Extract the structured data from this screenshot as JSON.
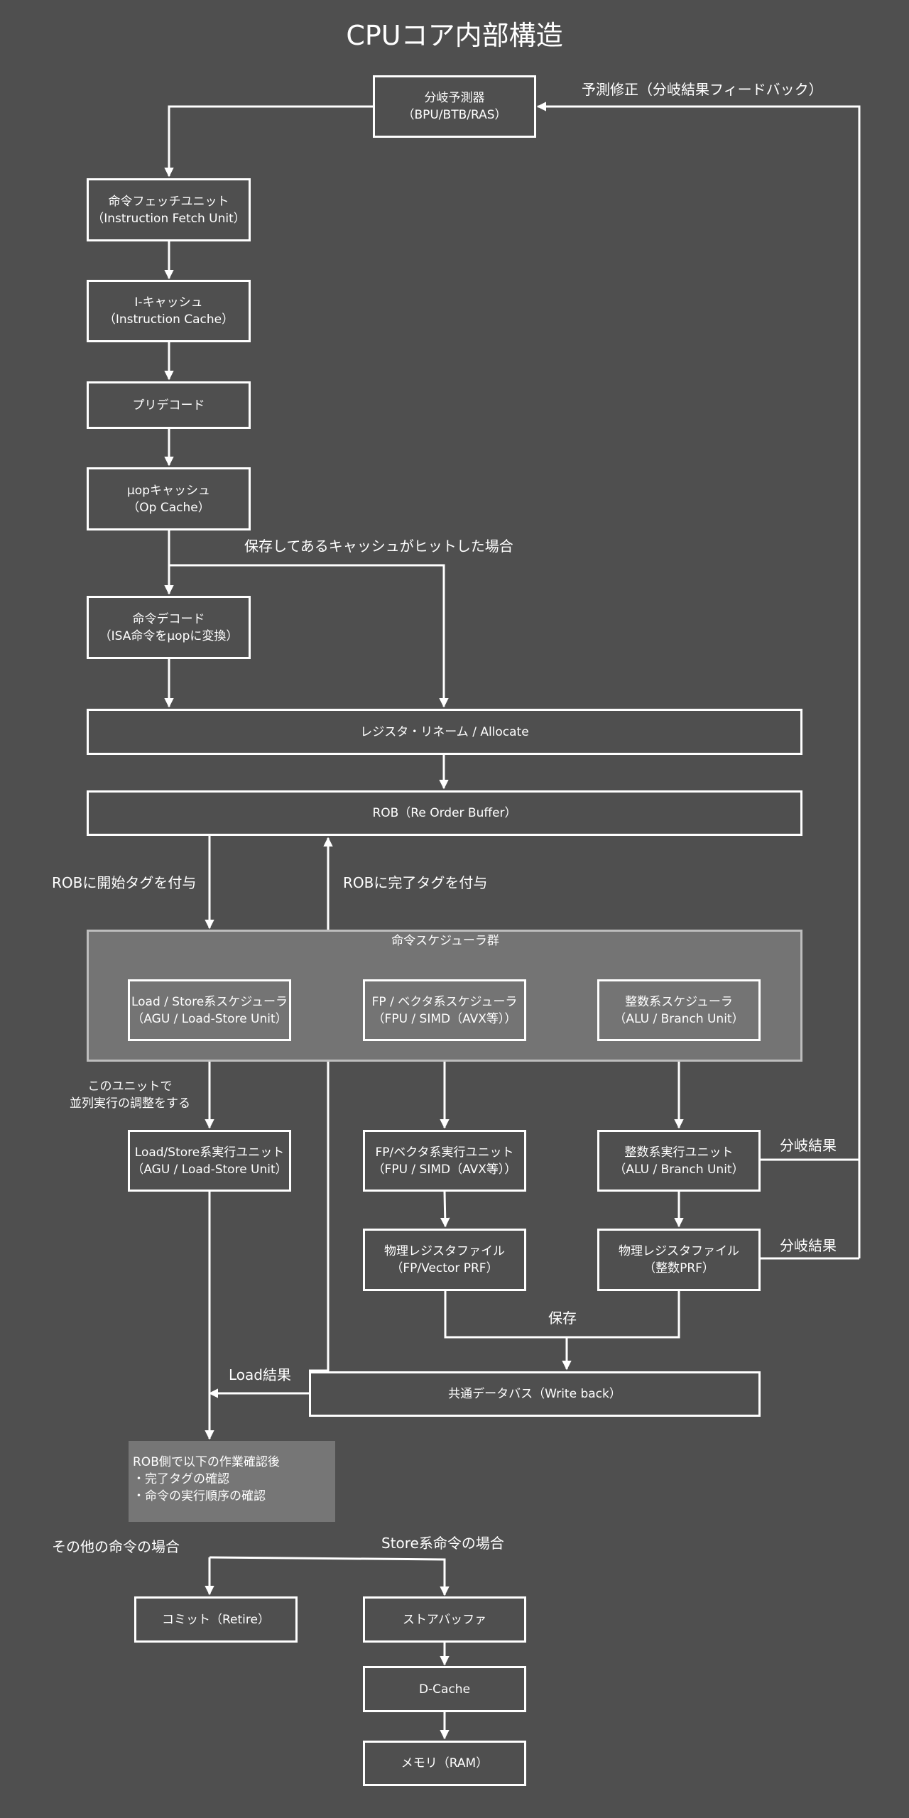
{
  "title": "CPUコア内部構造",
  "colors": {
    "background": "#4f4f4f",
    "stroke": "#ffffff",
    "group_fill": "#747474",
    "note_fill": "#767676"
  },
  "nodes": {
    "branch_predictor": [
      "分岐予測器",
      "（BPU/BTB/RAS）"
    ],
    "fetch_unit": [
      "命令フェッチユニット",
      "（Instruction Fetch Unit）"
    ],
    "icache": [
      "I-キャッシュ",
      "（Instruction Cache）"
    ],
    "predecode": [
      "プリデコード"
    ],
    "uop_cache": [
      "µopキャッシュ",
      "（Op Cache）"
    ],
    "decode": [
      "命令デコード",
      "（ISA命令をµopに変換）"
    ],
    "rename": [
      "レジスタ・リネーム / Allocate"
    ],
    "rob": [
      "ROB（Re Order Buffer）"
    ],
    "ls_scheduler": [
      "Load / Store系スケジューラ",
      "（AGU / Load-Store Unit）"
    ],
    "fp_scheduler": [
      "FP / ベクタ系スケジューラ",
      "（FPU / SIMD（AVX等））"
    ],
    "int_scheduler": [
      "整数系スケジューラ",
      "（ALU / Branch Unit）"
    ],
    "ls_exec": [
      "Load/Store系実行ユニット",
      "（AGU / Load-Store Unit）"
    ],
    "fp_exec": [
      "FP/ベクタ系実行ユニット",
      "（FPU / SIMD（AVX等））"
    ],
    "int_exec": [
      "整数系実行ユニット",
      "（ALU / Branch Unit）"
    ],
    "fp_prf": [
      "物理レジスタファイル",
      "（FP/Vector PRF）"
    ],
    "int_prf": [
      "物理レジスタファイル",
      "（整数PRF）"
    ],
    "write_back_bus": [
      "共通データバス（Write back）"
    ],
    "commit": [
      "コミット（Retire）"
    ],
    "store_buffer": [
      "ストアバッファ"
    ],
    "dcache": [
      "D-Cache"
    ],
    "memory": [
      "メモリ（RAM）"
    ]
  },
  "group": {
    "title": "命令スケジューラ群"
  },
  "note": {
    "lines": [
      "ROB側で以下の作業確認後",
      "・完了タグの確認",
      "・命令の実行順序の確認"
    ]
  },
  "labels": {
    "feedback": "予測修正（分岐結果フィードバック）",
    "cache_hit": "保存してあるキャッシュがヒットした場合",
    "rob_start_tag": "ROBに開始タグを付与",
    "rob_done_tag": "ROBに完了タグを付与",
    "parallel_adjust": [
      "このユニットで",
      "並列実行の調整をする"
    ],
    "branch_result_1": "分岐結果",
    "branch_result_2": "分岐結果",
    "save": "保存",
    "load_result": "Load結果",
    "other_case": "その他の命令の場合",
    "store_case": "Store系命令の場合"
  }
}
